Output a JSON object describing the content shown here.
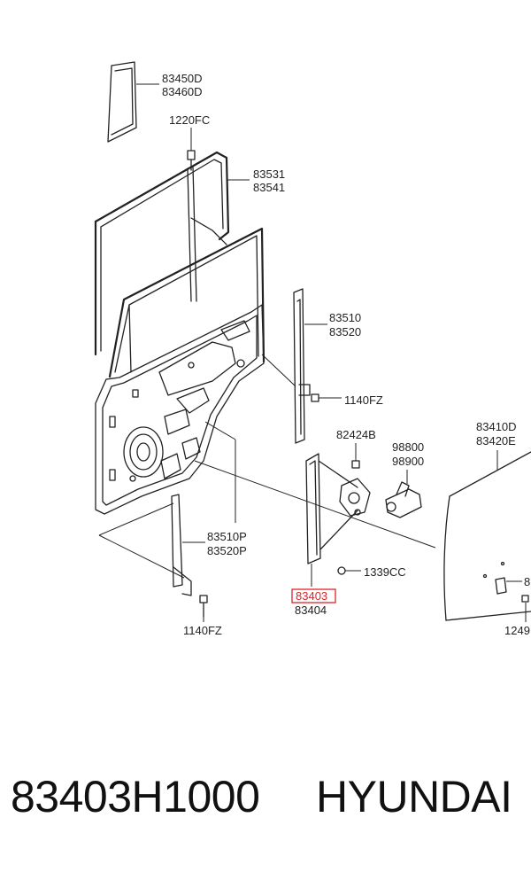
{
  "diagram": {
    "labels": {
      "l_83450D": "83450D",
      "l_83460D": "83460D",
      "l_1220FC": "1220FC",
      "l_83531": "83531",
      "l_83541": "83541",
      "l_83510": "83510",
      "l_83520": "83520",
      "l_1140FZ_a": "1140FZ",
      "l_82424B": "82424B",
      "l_98800": "98800",
      "l_98900": "98900",
      "l_83410D": "83410D",
      "l_83420E": "83420E",
      "l_83510P": "83510P",
      "l_83520P": "83520P",
      "l_1339CC": "1339CC",
      "l_83403": "83403",
      "l_83404": "83404",
      "l_1140FZ_b": "1140FZ",
      "l_8_cut": "8",
      "l_1249_cut": "1249"
    },
    "highlight_color": "#d8262b"
  },
  "footer": {
    "part_number": "83403H1000",
    "brand": "HYUNDAI"
  }
}
